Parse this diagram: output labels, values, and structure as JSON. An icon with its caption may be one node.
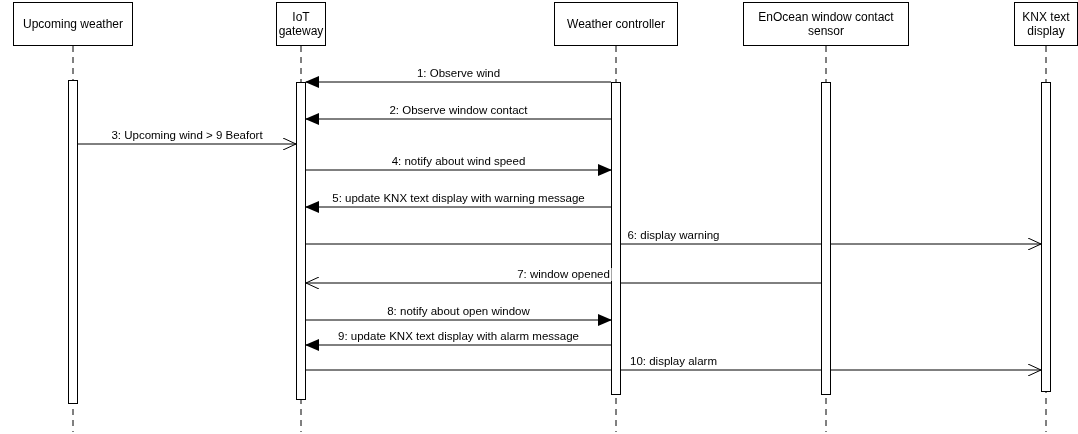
{
  "diagram": {
    "nodes": [
      {
        "text": [
          "Upcoming weather"
        ]
      },
      {
        "text": [
          "IoT gateway"
        ]
      },
      {
        "text": [
          "Weather controller"
        ]
      },
      {
        "text": [
          "EnOcean window contact sensor"
        ]
      },
      {
        "text": [
          "KNX text display"
        ]
      },
      {
        "text": [],
        "shape": "bar"
      },
      {
        "text": [],
        "shape": "bar"
      },
      {
        "text": [],
        "shape": "bar"
      },
      {
        "text": [],
        "shape": "bar"
      },
      {
        "text": [],
        "shape": "bar"
      }
    ],
    "edges": [
      {
        "from": 7,
        "to": 6,
        "arrow": "to",
        "label": "1: Observe wind"
      },
      {
        "from": 7,
        "to": 6,
        "arrow": "to",
        "label": "2: Observe window contact"
      },
      {
        "from": 5,
        "to": 6,
        "arrow": "to",
        "label": "3: Upcoming wind > 9 Beafort"
      },
      {
        "from": 6,
        "to": 7,
        "arrow": "to",
        "label": "4: notify about wind speed"
      },
      {
        "from": 7,
        "to": 6,
        "arrow": "to",
        "label": "5: update KNX text display with warning message"
      },
      {
        "from": 6,
        "to": 9,
        "arrow": "to",
        "label": "6: display warning"
      },
      {
        "from": 8,
        "to": 6,
        "arrow": "to",
        "label": "7: window opened"
      },
      {
        "from": 6,
        "to": 7,
        "arrow": "to",
        "label": "8: notify about open window"
      },
      {
        "from": 7,
        "to": 6,
        "arrow": "to",
        "label": "9: update KNX text display with alarm message"
      },
      {
        "from": 6,
        "to": 9,
        "arrow": "to",
        "label": "10: display alarm"
      },
      {
        "from": 0,
        "to": 5,
        "arrow": "none",
        "style": "dashed"
      },
      {
        "from": 1,
        "to": 6,
        "arrow": "none",
        "style": "dashed"
      },
      {
        "from": 2,
        "to": 7,
        "arrow": "none",
        "style": "dashed"
      },
      {
        "from": 3,
        "to": 8,
        "arrow": "none",
        "style": "dashed"
      },
      {
        "from": 4,
        "to": 9,
        "arrow": "none",
        "style": "dashed"
      }
    ]
  }
}
